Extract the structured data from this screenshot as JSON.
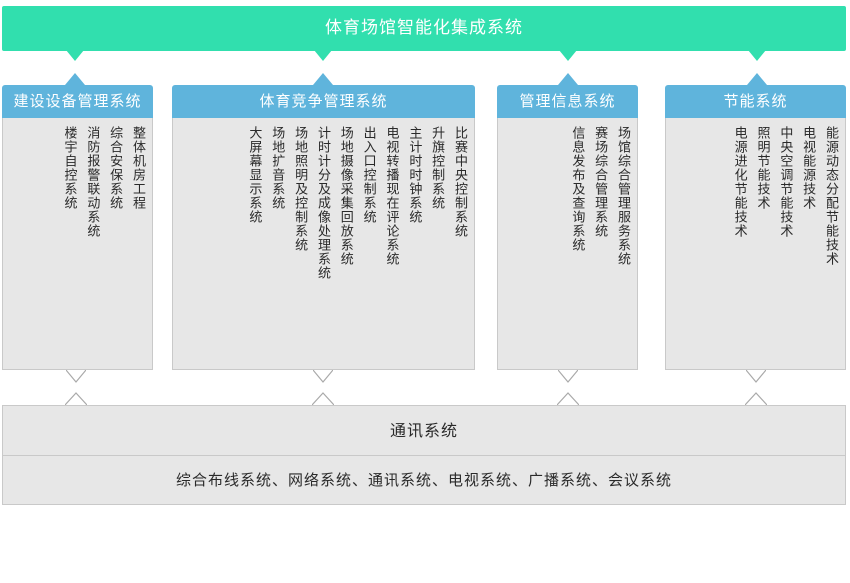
{
  "diagram": {
    "root": {
      "title": "体育场馆智能化集成系统",
      "color": "#31dfae"
    },
    "branch_color": "#5fb4dc",
    "body_color": "#e7e7e7",
    "border_color": "#c9c9c9",
    "columns": [
      {
        "header": "建设设备管理系统",
        "items": [
          "整体机房工程",
          "综合安保系统",
          "消防报警联动系统",
          "楼宇自控系统"
        ]
      },
      {
        "header": "体育竞争管理系统",
        "items": [
          "比赛中央控制系统",
          "升旗控制系统",
          "主计时时钟系统",
          "电视转播现在评论系统",
          "出入口控制系统",
          "场地摄像采集回放系统",
          "计时计分及成像处理系统",
          "场地照明及控制系统",
          "场地扩音系统",
          "大屏幕显示系统"
        ]
      },
      {
        "header": "管理信息系统",
        "items": [
          "场馆综合管理服务系统",
          "赛场综合管理系统",
          "信息发布及查询系统"
        ]
      },
      {
        "header": "节能系统",
        "items": [
          "能源动态分配节能技术",
          "电视能源技术",
          "中央空调节能技术",
          "照明节能技术",
          "电源进化节能技术"
        ]
      }
    ],
    "footer": {
      "title": "通讯系统",
      "detail": "综合布线系统、网络系统、通讯系统、电视系统、广播系统、会议系统"
    }
  }
}
